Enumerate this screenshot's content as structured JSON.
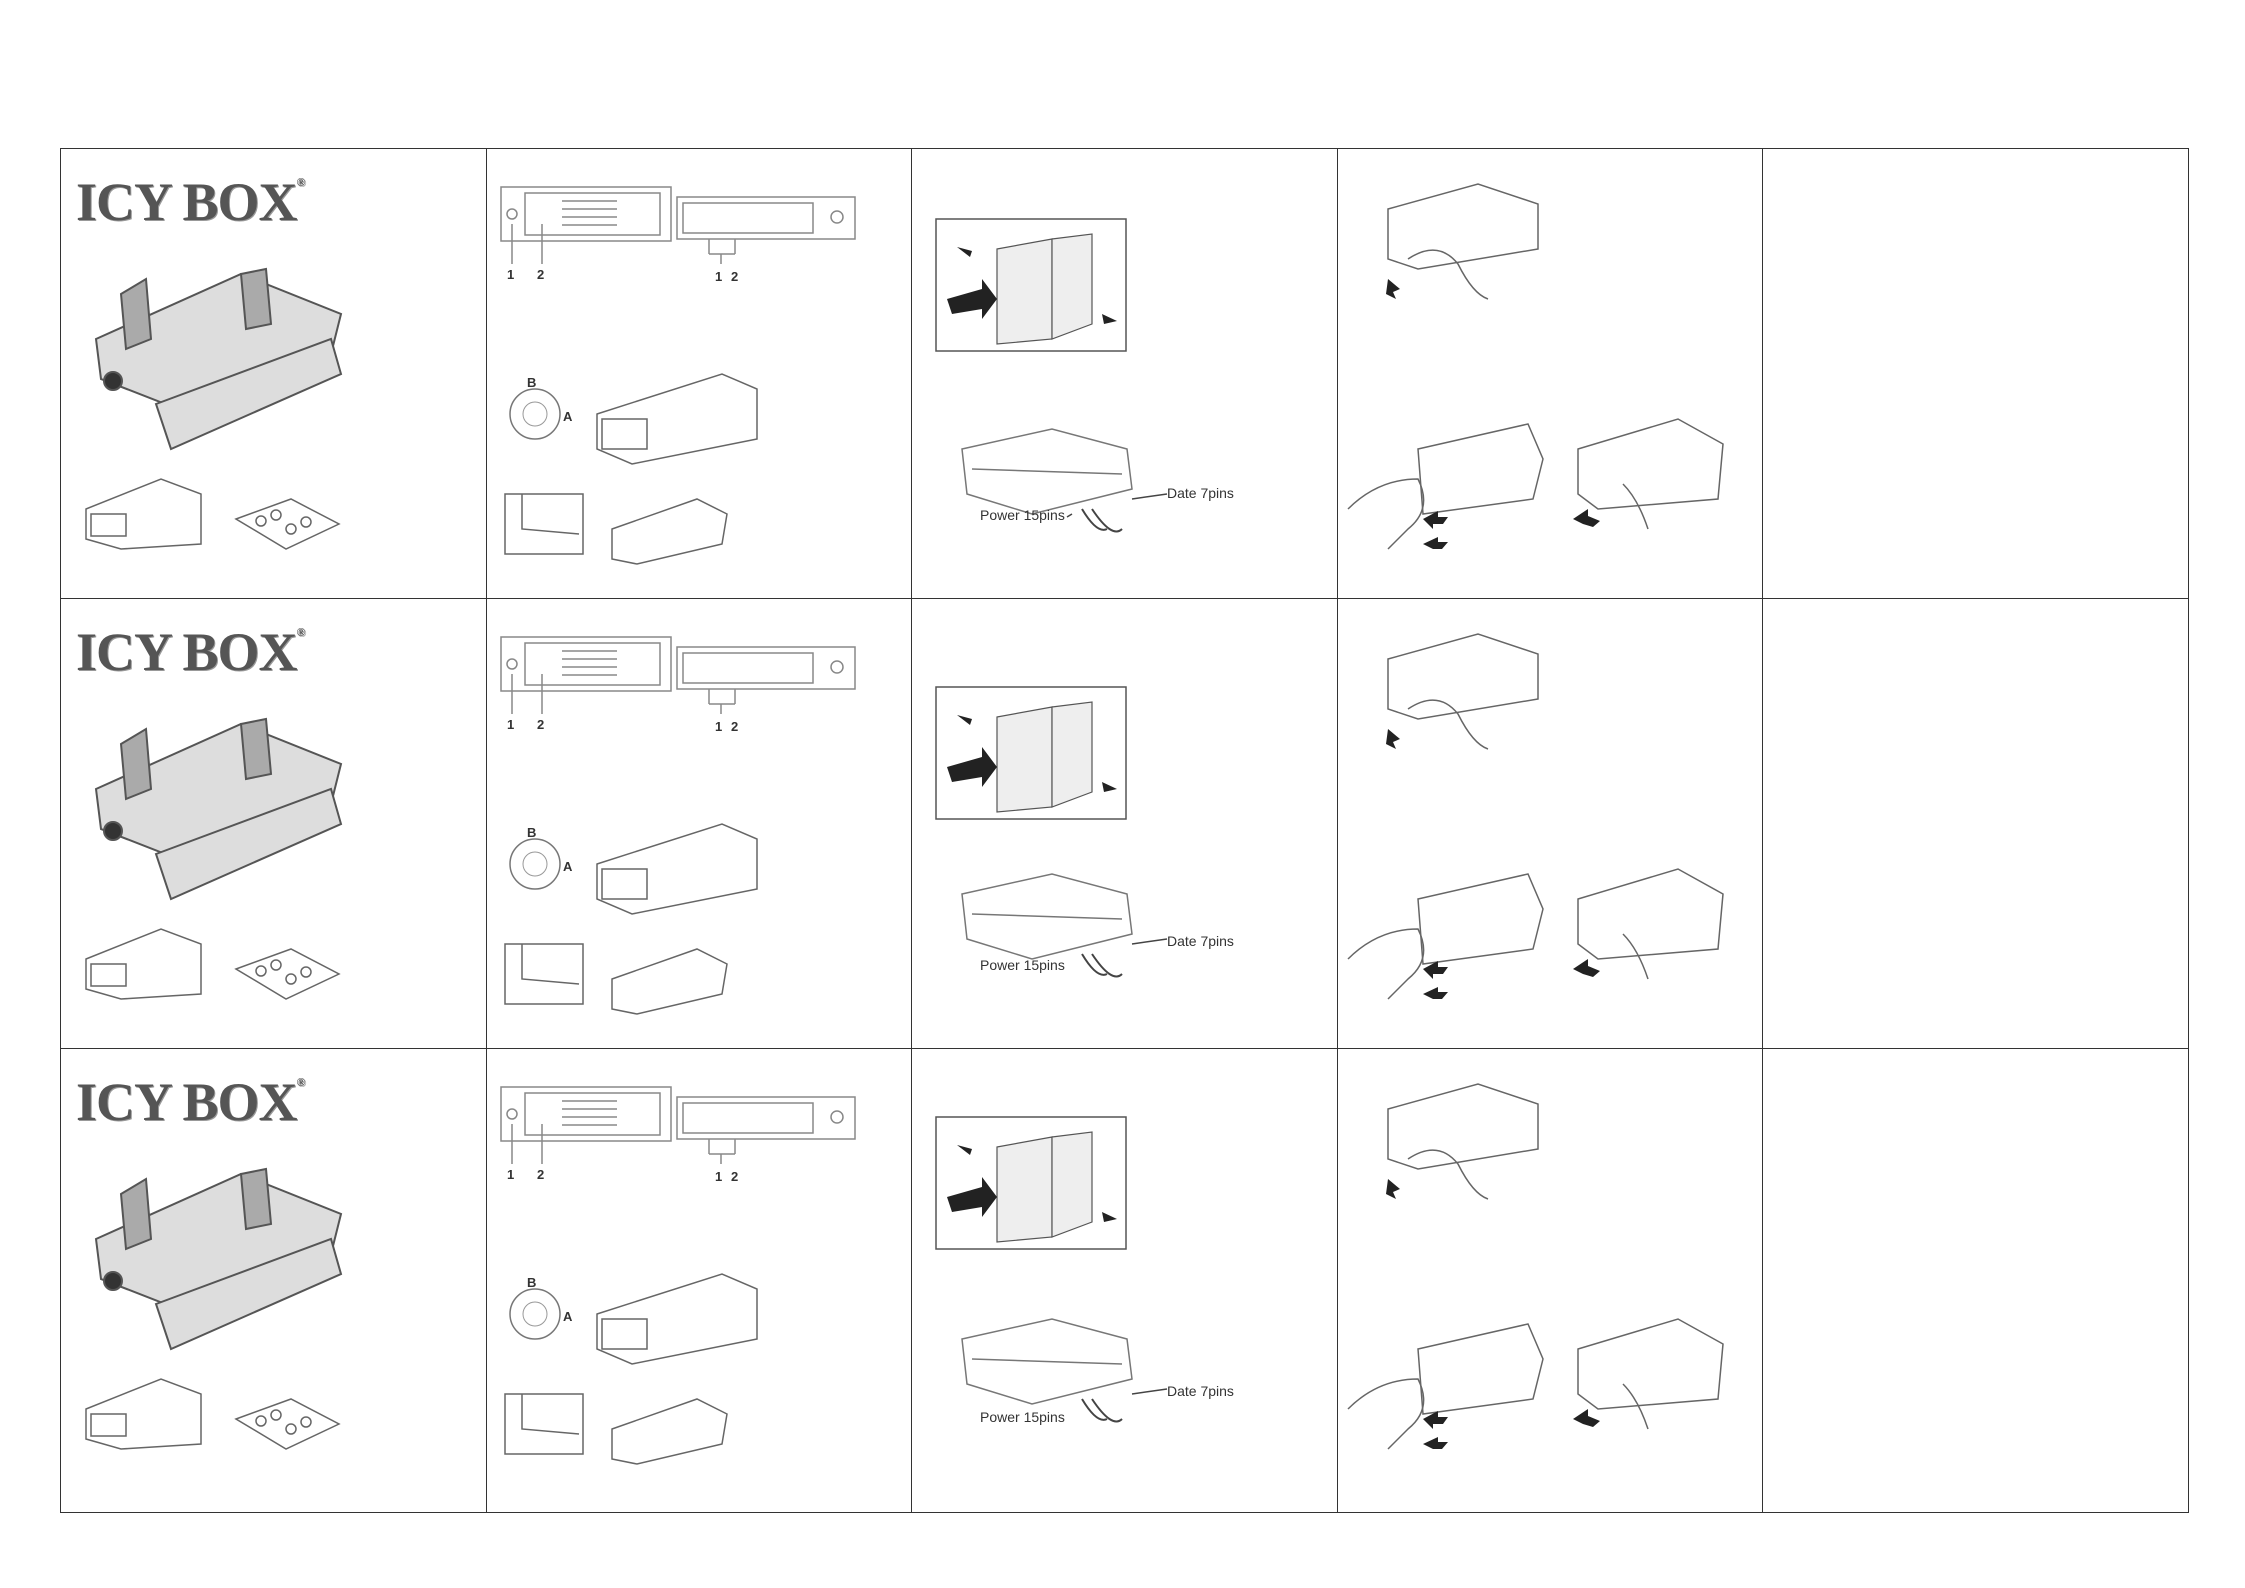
{
  "brand": {
    "name": "ICY BOX",
    "mark": "®"
  },
  "labels": {
    "num1": "1",
    "num2": "2",
    "knob_b": "B",
    "knob_a": "A",
    "power": "Power 15pins",
    "data": "Date 7pins"
  },
  "rows": [
    {
      "id": "row-1"
    },
    {
      "id": "row-2"
    },
    {
      "id": "row-3"
    }
  ]
}
